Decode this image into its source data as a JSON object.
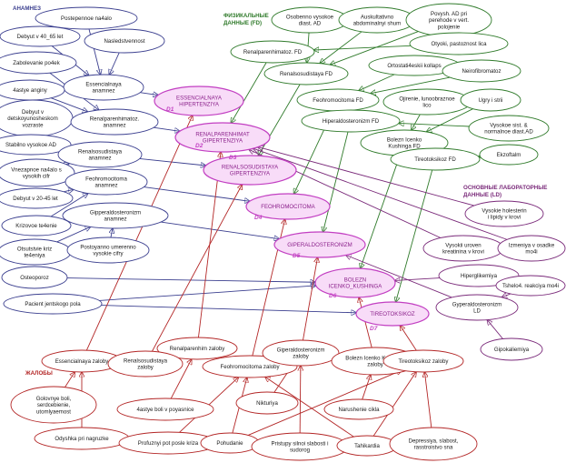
{
  "sections": {
    "anamnez": "АНАМНЕЗ",
    "physical": [
      "ФИЗИКАЛЬНЫЕ",
      "ДАННЫЕ (FD)"
    ],
    "lab": [
      "ОСНОВНЫЕ  ЛАБОРАТОРНЫЕ",
      "ДАННЫЕ (LD)"
    ],
    "complaints": "ЖАЛОБЫ"
  },
  "colors": {
    "anamnez": "#3b3f8f",
    "physical": "#2f7a2a",
    "lab": "#7a2a7a",
    "complaints": "#b32626",
    "diagnosis_fill": "#f8dcf8",
    "diagnosis_stroke": "#c23fc2"
  },
  "diagnoses": [
    {
      "id": "D1",
      "lines": [
        "ESSENCIALNAYA",
        "HIPERTENZIYA"
      ]
    },
    {
      "id": "D2",
      "lines": [
        "RENALPARENHIMAT",
        "GIPERTENZIYA"
      ]
    },
    {
      "id": "D3",
      "lines": [
        "RENALSOSUDISTAYA",
        "GIPERTENZIYA"
      ]
    },
    {
      "id": "D4",
      "lines": [
        "FEOHROMOCITOMA"
      ]
    },
    {
      "id": "D5",
      "lines": [
        "GIPERALDOSTERONIZM"
      ]
    },
    {
      "id": "D6",
      "lines": [
        "BOLEZN",
        "ICENKO_KUSHINGA"
      ]
    },
    {
      "id": "D7",
      "lines": [
        "TIREOTOKSIKOZ"
      ]
    }
  ],
  "anamnez_nodes": [
    {
      "id": "a1",
      "lines": [
        "Postepennoe na4alo"
      ]
    },
    {
      "id": "a2",
      "lines": [
        "Debyut  v  40_65 let"
      ]
    },
    {
      "id": "a3",
      "lines": [
        "Nasledstvennost"
      ]
    },
    {
      "id": "a4",
      "lines": [
        "Zabolevanie po4ek"
      ]
    },
    {
      "id": "a5",
      "lines": [
        "Essencialnaya",
        "anamnez"
      ]
    },
    {
      "id": "a6",
      "lines": [
        "4astye anginy"
      ]
    },
    {
      "id": "a7",
      "lines": [
        "Debyut v",
        "detskoyunosheskom",
        "vozraste"
      ]
    },
    {
      "id": "a8",
      "lines": [
        "Renalparenhimatoz.",
        "anamnez"
      ]
    },
    {
      "id": "a9",
      "lines": [
        "Stabilno vysokoe AD"
      ]
    },
    {
      "id": "a10",
      "lines": [
        "Renalsosudistaya",
        "anamnez"
      ]
    },
    {
      "id": "a11",
      "lines": [
        "Vnezapnoe na4alo s",
        "vysokih cifr"
      ]
    },
    {
      "id": "a12",
      "lines": [
        "Feohromocitoma",
        "anamnez"
      ]
    },
    {
      "id": "a13",
      "lines": [
        "Debyut v 20-45 let"
      ]
    },
    {
      "id": "a14",
      "lines": [
        "Gipperaldosteronizm",
        "anamnez"
      ]
    },
    {
      "id": "a15",
      "lines": [
        "Krizovoe te4enie"
      ]
    },
    {
      "id": "a16",
      "lines": [
        "Otsutstvie kriz",
        "te4eniya"
      ]
    },
    {
      "id": "a17",
      "lines": [
        "Postoyanno umerenno",
        "vysokie cifry"
      ]
    },
    {
      "id": "a18",
      "lines": [
        "Osteoporoz"
      ]
    },
    {
      "id": "a19",
      "lines": [
        "Pacient jentskogo pola"
      ]
    }
  ],
  "physical_nodes": [
    {
      "id": "p1",
      "lines": [
        "Osobenno vysokoe",
        "diast. AD"
      ]
    },
    {
      "id": "p2",
      "lines": [
        "Auskultativno",
        "abdominalnyi shum"
      ]
    },
    {
      "id": "p3",
      "lines": [
        "Povysh. AD  pri",
        "perehode v vert.",
        "polojenie"
      ]
    },
    {
      "id": "p4",
      "lines": [
        "Renalparenhimatoz. FD"
      ]
    },
    {
      "id": "p5",
      "lines": [
        "Otyoki, pastoznost  lica"
      ]
    },
    {
      "id": "p6",
      "lines": [
        "Renalsosudistaya FD"
      ]
    },
    {
      "id": "p7",
      "lines": [
        "Ortostati4eskii kollaps"
      ]
    },
    {
      "id": "p8",
      "lines": [
        "Neirofibromatoz"
      ]
    },
    {
      "id": "p9",
      "lines": [
        "Feohromocitoma FD"
      ]
    },
    {
      "id": "p10",
      "lines": [
        "Ojirenie, lunoobraznoe",
        "lico"
      ]
    },
    {
      "id": "p11",
      "lines": [
        "Ugry i strii"
      ]
    },
    {
      "id": "p12",
      "lines": [
        "Hiperaldosteronizm FD"
      ]
    },
    {
      "id": "p13",
      "lines": [
        "Vysokoe sist. &",
        "normalnoe diast.AD"
      ]
    },
    {
      "id": "p14",
      "lines": [
        "Bolezn Icenko",
        "Kushinga FD"
      ]
    },
    {
      "id": "p15",
      "lines": [
        "Ekzoftalm"
      ]
    },
    {
      "id": "p16",
      "lines": [
        "Tireotoksikoz FD"
      ]
    }
  ],
  "lab_nodes": [
    {
      "id": "l1",
      "lines": [
        "Vysokie holesterin",
        "i lipidy v krovi"
      ]
    },
    {
      "id": "l2",
      "lines": [
        "Vysokii uroven",
        "kreatinina v krovi"
      ]
    },
    {
      "id": "l3",
      "lines": [
        "Izmeniya v osadke",
        "mo4i"
      ]
    },
    {
      "id": "l4",
      "lines": [
        "Hiperglikemiya"
      ]
    },
    {
      "id": "l5",
      "lines": [
        "Tshelo4. reakciya mo4i"
      ]
    },
    {
      "id": "l6",
      "lines": [
        "Gyperaldosteronizm",
        "LD"
      ]
    },
    {
      "id": "l7",
      "lines": [
        "Gipokaliemiya"
      ]
    }
  ],
  "complaint_nodes": [
    {
      "id": "c1",
      "lines": [
        "Renalparenhim zaloby"
      ]
    },
    {
      "id": "c2",
      "lines": [
        "Essencialnaya zaloby"
      ]
    },
    {
      "id": "c3",
      "lines": [
        "Renalsosudistaya",
        "zaloby"
      ]
    },
    {
      "id": "c4",
      "lines": [
        "Feohromocitoma zaloby"
      ]
    },
    {
      "id": "c5",
      "lines": [
        "Giperaldosteronizm",
        "zaloby"
      ]
    },
    {
      "id": "c6",
      "lines": [
        "Bolezn Icenko Kushinga",
        "zaloby"
      ]
    },
    {
      "id": "c7",
      "lines": [
        "Tireotoksikoz zaloby"
      ]
    },
    {
      "id": "c8",
      "lines": [
        "Golovnye boli,",
        "serdcebienie,",
        "utomlyaemost"
      ]
    },
    {
      "id": "c9",
      "lines": [
        "4astye boli v poyasnice"
      ]
    },
    {
      "id": "c10",
      "lines": [
        "Nikturiya"
      ]
    },
    {
      "id": "c11",
      "lines": [
        "Narushenie cikla"
      ]
    },
    {
      "id": "c12",
      "lines": [
        "Odyshka pri nagruzke"
      ]
    },
    {
      "id": "c13",
      "lines": [
        "Profuznyi pot posle kriza"
      ]
    },
    {
      "id": "c14",
      "lines": [
        "Pohudanie"
      ]
    },
    {
      "id": "c15",
      "lines": [
        "Pristupy silnoi slabosti i",
        "sudorog"
      ]
    },
    {
      "id": "c16",
      "lines": [
        "Tahikardia"
      ]
    },
    {
      "id": "c17",
      "lines": [
        "Depressiya, slabost,",
        "rasstroistvo sna"
      ]
    }
  ]
}
